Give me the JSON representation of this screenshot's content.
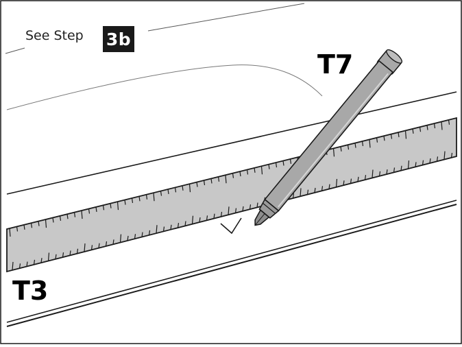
{
  "instruction": {
    "text": "See Step",
    "step_badge": "3b"
  },
  "labels": {
    "marker": "T7",
    "ruler": "T3"
  },
  "colors": {
    "ruler_fill": "#c8c8c8",
    "marker_fill": "#a8a8a8",
    "line": "#1a1a1a",
    "badge_bg": "#1a1a1a",
    "background": "#ffffff"
  },
  "icons": [
    "tape-measure-ruler-icon",
    "marker-pen-icon",
    "check-mark-icon"
  ]
}
